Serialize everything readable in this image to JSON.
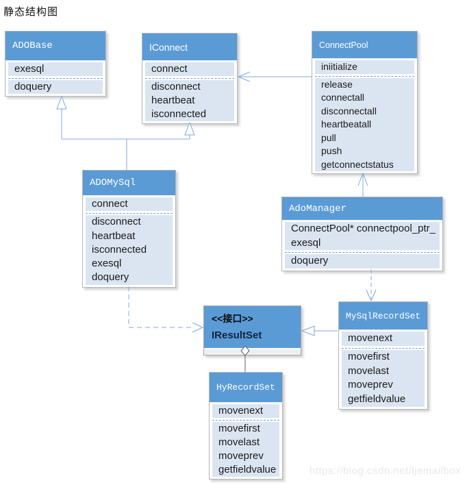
{
  "title": "静态结构图",
  "watermark": "https://blog.csdn.net/ljemailbox",
  "classes": [
    {
      "name": "ADOBase",
      "attributes": [
        "exesql"
      ],
      "methods": [
        "doquery"
      ]
    },
    {
      "name": "IConnect",
      "attributes": [
        "connect"
      ],
      "methods": [
        "disconnect",
        "heartbeat",
        "isconnected"
      ]
    },
    {
      "name": "ConnectPool",
      "attributes": [
        "iniitialize"
      ],
      "methods": [
        "release",
        "connectall",
        "disconnectall",
        "heartbeatall",
        "pull",
        "push",
        "getconnectstatus"
      ]
    },
    {
      "name": "ADOMySql",
      "attributes": [
        "connect"
      ],
      "methods": [
        "disconnect",
        "heartbeat",
        "isconnected",
        "exesql",
        "doquery"
      ]
    },
    {
      "name": "AdoManager",
      "attributes": [
        "ConnectPool* connectpool_ptr_",
        "exesql"
      ],
      "methods": [
        "doquery"
      ]
    },
    {
      "name": "MySqlRecordSet",
      "attributes": [
        "movenext"
      ],
      "methods": [
        "movefirst",
        "movelast",
        "moveprev",
        "getfieldvalue"
      ]
    },
    {
      "name": "HyRecordSet",
      "attributes": [
        "movenext"
      ],
      "methods": [
        "movefirst",
        "movelast",
        "moveprev",
        "getfieldvalue"
      ]
    }
  ],
  "interface": {
    "stereotype": "<<接口>>",
    "name": "IResultSet"
  },
  "relationships": [
    {
      "type": "generalization",
      "from": "ADOMySql",
      "to": "ADOBase"
    },
    {
      "type": "generalization",
      "from": "ADOMySql",
      "to": "IConnect"
    },
    {
      "type": "association",
      "from": "ConnectPool",
      "to": "IConnect"
    },
    {
      "type": "association",
      "from": "AdoManager",
      "to": "ConnectPool"
    },
    {
      "type": "dependency",
      "from": "AdoManager",
      "to": "MySqlRecordSet"
    },
    {
      "type": "realization",
      "from": "MySqlRecordSet",
      "to": "IResultSet"
    },
    {
      "type": "dependency",
      "from": "ADOMySql",
      "to": "IResultSet"
    },
    {
      "type": "aggregation",
      "from": "IResultSet",
      "to": "HyRecordSet"
    }
  ],
  "colors": {
    "header_blue": "#5b9bd5",
    "compartment_blue": "#dbe5f1",
    "connector_blue": "#7fa8d9",
    "aggregation_gray": "#606060",
    "watermark_gray": "#e9e9ea"
  }
}
